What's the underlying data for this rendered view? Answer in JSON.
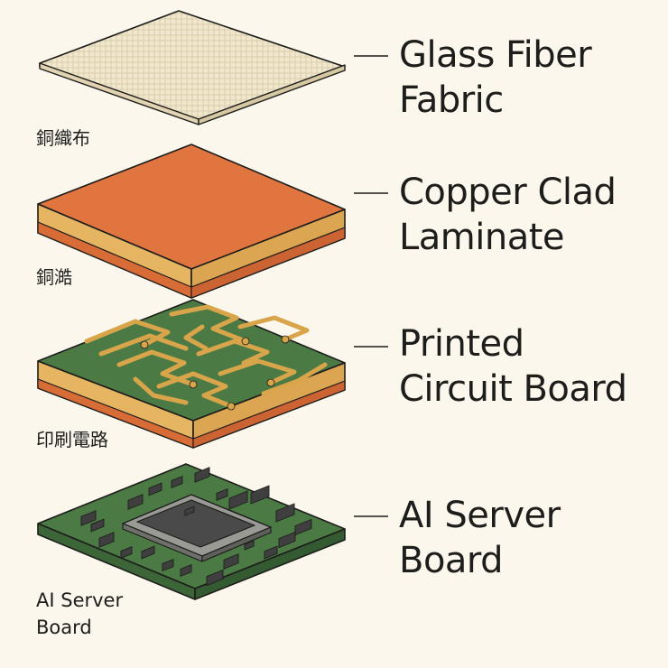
{
  "layers": [
    {
      "title_lines": [
        "Glass Fiber",
        "Fabric"
      ],
      "subtitle_lines": [
        "銅織布"
      ]
    },
    {
      "title_lines": [
        "Copper Clad",
        "Laminate"
      ],
      "subtitle_lines": [
        "銅澔"
      ]
    },
    {
      "title_lines": [
        "Printed",
        "Circuit Board"
      ],
      "subtitle_lines": [
        "印刷電路"
      ]
    },
    {
      "title_lines": [
        "AI Server",
        "Board"
      ],
      "subtitle_lines": [
        "AI Server",
        "Board"
      ]
    }
  ],
  "colors": {
    "background": "#fbf7ec",
    "fabric": "#efe4c9",
    "copper": "#e0753f",
    "core": "#e5b561",
    "pcb_green": "#4b7a45",
    "trace_gold": "#d9a54a",
    "chip": "#4a4a4a",
    "outline": "#1d1d1b"
  }
}
